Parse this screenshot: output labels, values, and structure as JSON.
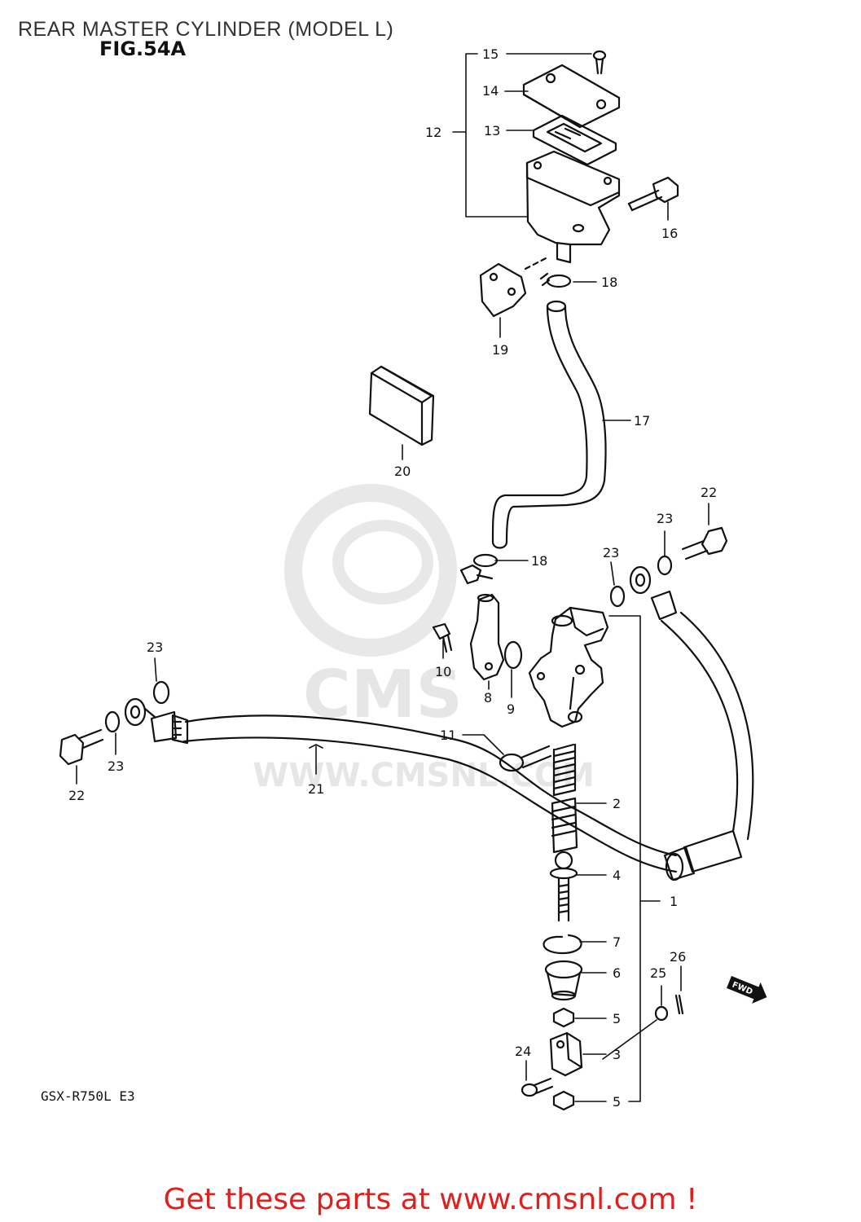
{
  "header": {
    "title": "REAR MASTER CYLINDER (MODEL L)",
    "figure": "FIG.54A"
  },
  "footer": {
    "model_code": "GSX-R750L E3",
    "call_to_action": "Get these parts at www.cmsnl.com !"
  },
  "watermark": {
    "brand": "CMS",
    "url": "WWW.CMSNL.COM"
  },
  "direction_badge": "FWD",
  "callouts": {
    "c1": "1",
    "c2": "2",
    "c3": "3",
    "c4": "4",
    "c5a": "5",
    "c5b": "5",
    "c6": "6",
    "c7": "7",
    "c8": "8",
    "c9": "9",
    "c10": "10",
    "c11": "11",
    "c12": "12",
    "c13": "13",
    "c14": "14",
    "c15": "15",
    "c16": "16",
    "c17": "17",
    "c18a": "18",
    "c18b": "18",
    "c19": "19",
    "c20": "20",
    "c21": "21",
    "c22a": "22",
    "c22b": "22",
    "c23a": "23",
    "c23b": "23",
    "c23c": "23",
    "c23d": "23",
    "c24": "24",
    "c25": "25",
    "c26": "26"
  },
  "colors": {
    "line": "#111111",
    "watermark": "#e6e6e6",
    "cta": "#e0201c"
  }
}
